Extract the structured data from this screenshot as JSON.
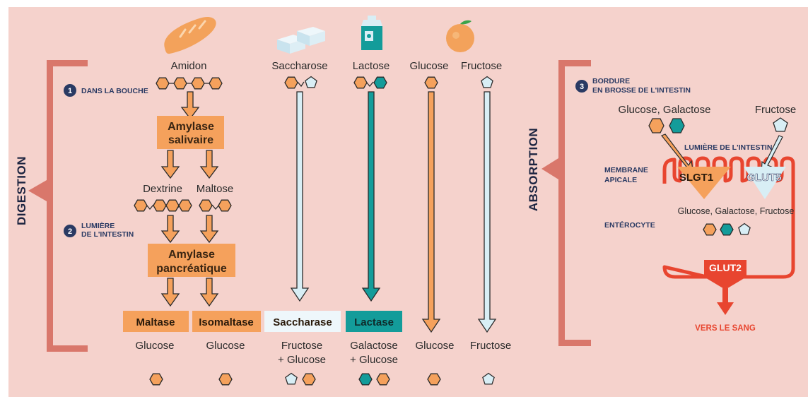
{
  "colors": {
    "background": "#f5d2cc",
    "bracket": "#d9776b",
    "orange": "#f5a15c",
    "teal": "#139c9a",
    "pale_blue": "#d8eef5",
    "navy": "#2a3a63",
    "red": "#e8452f"
  },
  "digestion": {
    "side_label": "DIGESTION",
    "step1_number": "1",
    "step1_label": "DANS LA BOUCHE",
    "step2_number": "2",
    "step2_line1": "LUMIÈRE",
    "step2_line2": "DE L'INTESTIN",
    "sugars": {
      "amidon": "Amidon",
      "saccharose": "Saccharose",
      "lactose": "Lactose",
      "glucose": "Glucose",
      "fructose": "Fructose"
    },
    "amylase_salivaire": [
      "Amylase",
      "salivaire"
    ],
    "dextrine": "Dextrine",
    "maltose": "Maltose",
    "amylase_pancreatique": [
      "Amylase",
      "pancréatique"
    ],
    "enzymes": {
      "maltase": "Maltase",
      "isomaltase": "Isomaltase",
      "saccharase": "Saccharase",
      "lactase": "Lactase"
    },
    "products": {
      "col1": "Glucose",
      "col2": "Glucose",
      "col3_line1": "Fructose",
      "col3_line2": "+ Glucose",
      "col4_line1": "Galactose",
      "col4_line2": "+ Glucose",
      "col5": "Glucose",
      "col6": "Fructose"
    }
  },
  "absorption": {
    "side_label": "ABSORPTION",
    "step3_number": "3",
    "step3_line1": "BORDURE",
    "step3_line2": "EN BROSSE DE L'INTESTIN",
    "glucose_galactose": "Glucose, Galactose",
    "fructose": "Fructose",
    "lumiere": "LUMIÈRE DE L'INTESTIN",
    "membrane_line1": "MEMBRANE",
    "membrane_line2": "APICALE",
    "slgt1": "SLGT1",
    "glut5": "GLUT5",
    "inside_sugars": "Glucose, Galactose, Fructose",
    "enterocyte": "ENTÉROCYTE",
    "glut2": "GLUT2",
    "vers_le_sang": "VERS LE SANG"
  }
}
